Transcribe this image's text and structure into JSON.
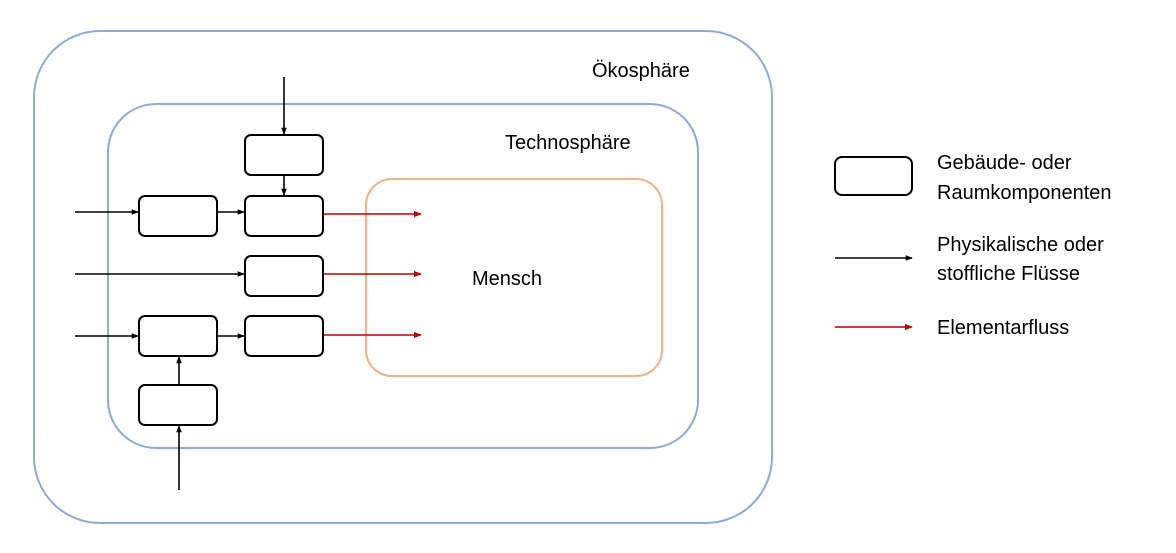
{
  "diagram": {
    "labels": {
      "oekosphaere": "Ökosphäre",
      "technosphaere": "Technosphäre",
      "mensch": "Mensch"
    },
    "colors": {
      "sphere_stroke": "#8eaadb",
      "mensch_stroke": "#f4b183",
      "component_stroke": "#000000",
      "physical_flow": "#000000",
      "elementary_flow": "#c00000"
    }
  },
  "legend": {
    "component": {
      "line1": "Gebäude- oder",
      "line2": "Raumkomponenten"
    },
    "physical_flow": {
      "line1": "Physikalische oder",
      "line2": "stoffliche Flüsse"
    },
    "elementary_flow": {
      "line1": "Elementarfluss"
    }
  }
}
